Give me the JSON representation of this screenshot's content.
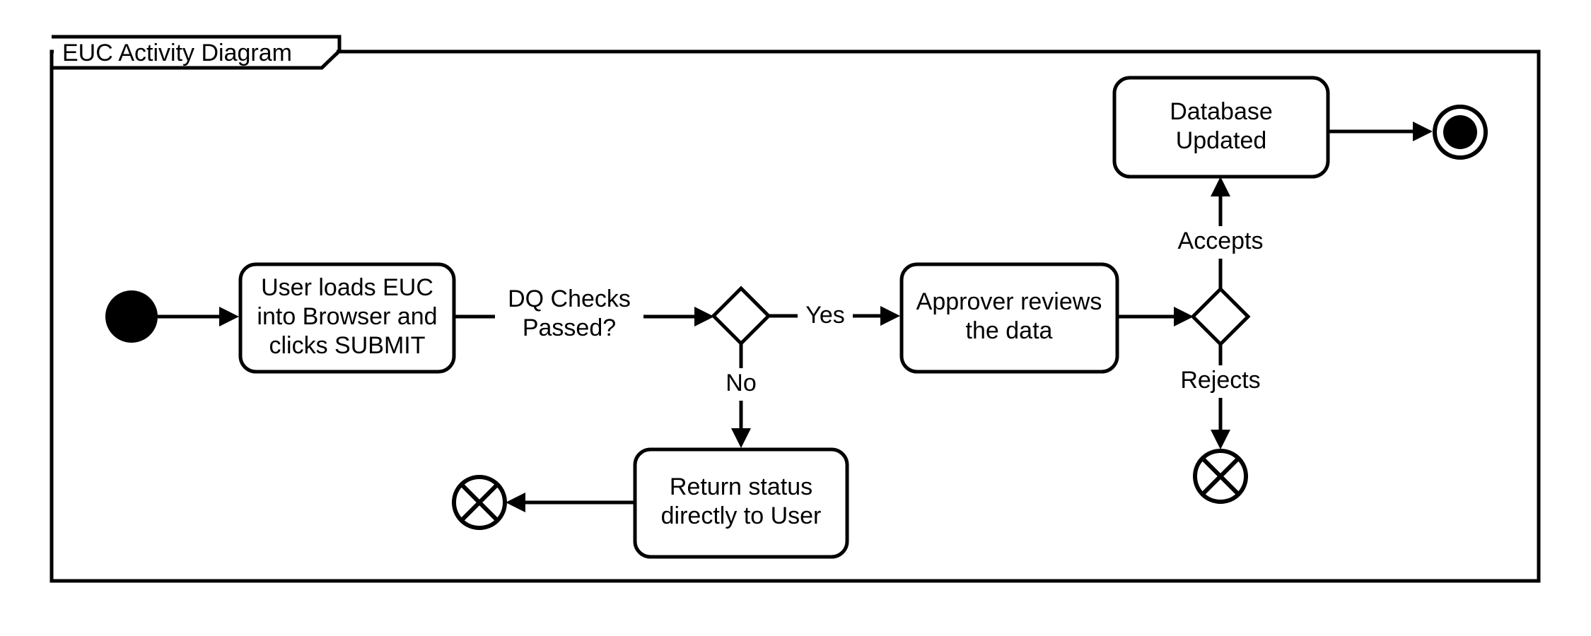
{
  "diagram": {
    "kind": "uml-activity-diagram",
    "frame_title": "EUC Activity Diagram",
    "background_color": "#ffffff",
    "stroke_color": "#000000",
    "nodes": [
      {
        "id": "start",
        "type": "initial-node",
        "label": ""
      },
      {
        "id": "load-euc",
        "type": "action",
        "label_lines": [
          "User loads EUC",
          "into Browser and",
          "clicks SUBMIT"
        ],
        "line1": "User loads EUC",
        "line2": "into Browser and",
        "line3": "clicks SUBMIT"
      },
      {
        "id": "dq-decision",
        "type": "decision",
        "label": ""
      },
      {
        "id": "approver-review",
        "type": "action",
        "label_lines": [
          "Approver reviews",
          "the data"
        ],
        "line1": "Approver reviews",
        "line2": "the data"
      },
      {
        "id": "approval-decision",
        "type": "decision",
        "label": ""
      },
      {
        "id": "database-updated",
        "type": "action",
        "label_lines": [
          "Database",
          "Updated"
        ],
        "line1": "Database",
        "line2": "Updated"
      },
      {
        "id": "final",
        "type": "activity-final-node",
        "label": ""
      },
      {
        "id": "return-status",
        "type": "action",
        "label_lines": [
          "Return status",
          "directly to User"
        ],
        "line1": "Return status",
        "line2": "directly to User"
      },
      {
        "id": "flow-final-left",
        "type": "flow-final-node",
        "label": ""
      },
      {
        "id": "flow-final-right",
        "type": "flow-final-node",
        "label": ""
      }
    ],
    "edges": [
      {
        "id": "e1",
        "from": "start",
        "to": "load-euc",
        "label": ""
      },
      {
        "id": "e2",
        "from": "load-euc",
        "to": "dq-decision",
        "label_lines": [
          "DQ Checks",
          "Passed?"
        ],
        "line1": "DQ Checks",
        "line2": "Passed?"
      },
      {
        "id": "e3",
        "from": "dq-decision",
        "to": "approver-review",
        "label": "Yes"
      },
      {
        "id": "e4",
        "from": "dq-decision",
        "to": "return-status",
        "label": "No"
      },
      {
        "id": "e5",
        "from": "return-status",
        "to": "flow-final-left",
        "label": ""
      },
      {
        "id": "e6",
        "from": "approver-review",
        "to": "approval-decision",
        "label": ""
      },
      {
        "id": "e7",
        "from": "approval-decision",
        "to": "database-updated",
        "label": "Accepts"
      },
      {
        "id": "e8",
        "from": "approval-decision",
        "to": "flow-final-right",
        "label": "Rejects"
      },
      {
        "id": "e9",
        "from": "database-updated",
        "to": "final",
        "label": ""
      }
    ]
  }
}
